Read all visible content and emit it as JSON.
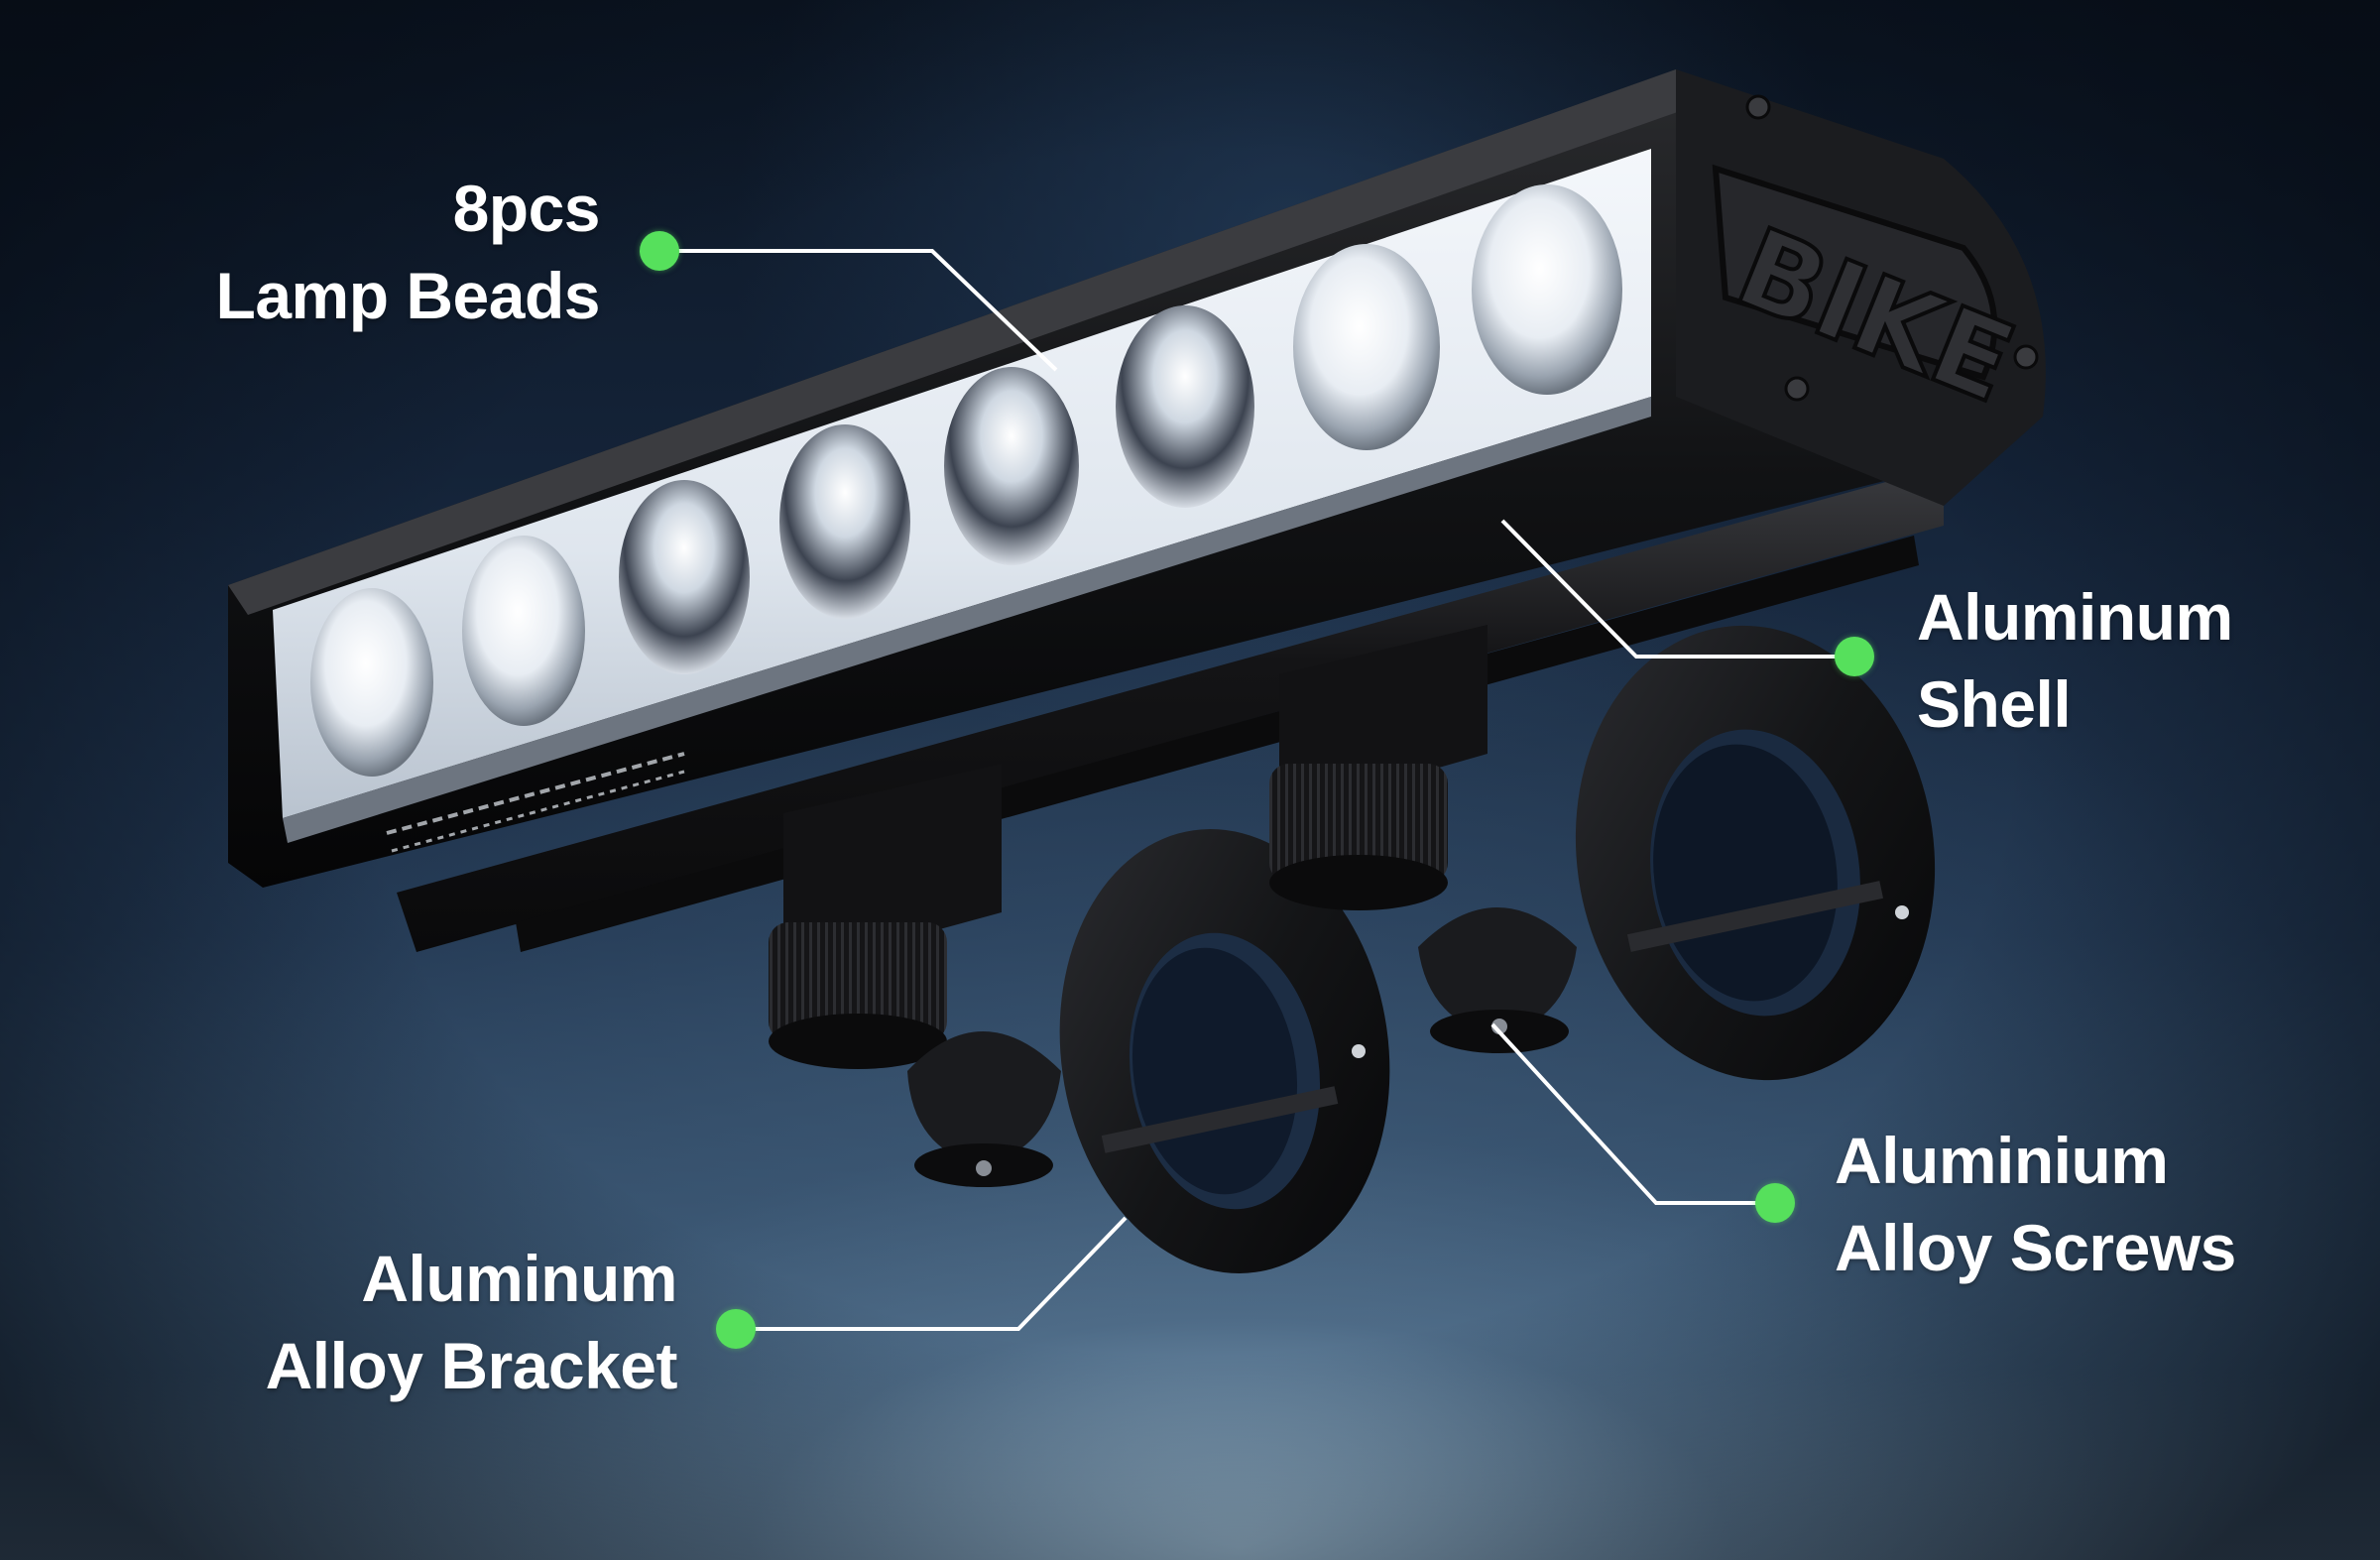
{
  "product": {
    "type": "bicycle LED light bar",
    "logo_text": "BIKE",
    "lamp_bead_count": 8
  },
  "callouts": [
    {
      "id": "lamp-beads",
      "line1": "8pcs",
      "line2": "Lamp Beads"
    },
    {
      "id": "aluminum-shell",
      "line1": "Aluminum",
      "line2": "Shell"
    },
    {
      "id": "alloy-screws",
      "line1": "Aluminium",
      "line2": "Alloy Screws"
    },
    {
      "id": "alloy-bracket",
      "line1": "Aluminum",
      "line2": "Alloy Bracket"
    }
  ],
  "colors": {
    "dot": "#56e05c",
    "label_text": "#ffffff",
    "leader_line": "#ffffff",
    "background_top": "#0c1624",
    "background_bottom": "#6a879f",
    "housing": "#121214"
  }
}
